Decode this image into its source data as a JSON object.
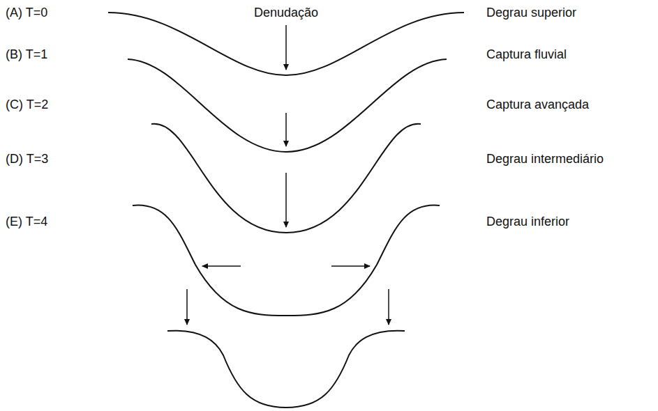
{
  "diagram": {
    "labels": [
      "(A) T=0",
      "Denudação",
      "Degrau superior",
      "(B) T=1",
      "Captura fluvial",
      "(C) T=2",
      "Captura avançada",
      "(D) T=3",
      "Degrau intermediário",
      "(E) T=4",
      "Degrau inferior"
    ]
  }
}
